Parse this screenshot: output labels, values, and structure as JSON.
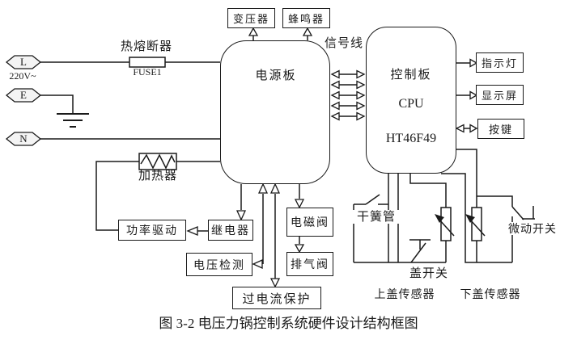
{
  "figure": {
    "caption": "图 3-2  电压力锅控制系统硬件设计结构框图",
    "colors": {
      "line": "#1a1a1a",
      "background": "#ffffff",
      "connector_fill": "#f4f4f4"
    },
    "power_input": {
      "live": "L",
      "voltage": "220V~",
      "earth": "E",
      "neutral": "N",
      "thermal_fuse": "热熔断器",
      "fuse_ref": "FUSE1",
      "heater": "加热器"
    },
    "boards": {
      "power": "电源板",
      "control_name": "控制板",
      "control_cpu": "CPU",
      "control_model": "HT46F49",
      "signal_line": "信号线"
    },
    "power_side": {
      "transformer": "变压器",
      "buzzer": "蜂鸣器",
      "power_drive": "功率驱动",
      "relay": "继电器",
      "voltage_detect": "电压检测",
      "solenoid_valve": "电磁阀",
      "exhaust_valve": "排气阀",
      "overcurrent_protect": "过电流保护"
    },
    "control_side": {
      "indicator_light": "指示灯",
      "display": "显示屏",
      "keys": "按键",
      "reed_switch": "干簧管",
      "lid_switch": "盖开关",
      "upper_lid_sensor": "上盖传感器",
      "lower_lid_sensor": "下盖传感器",
      "micro_switch": "微动开关"
    }
  }
}
